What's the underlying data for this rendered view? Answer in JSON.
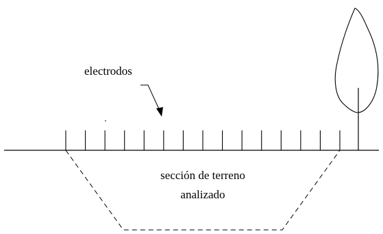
{
  "labels": {
    "electrodes": "electrodos",
    "section_line1": "sección de terreno",
    "section_line2": "analizado"
  },
  "electrode_count": 15,
  "colors": {
    "stroke": "#000000",
    "background": "#ffffff"
  }
}
